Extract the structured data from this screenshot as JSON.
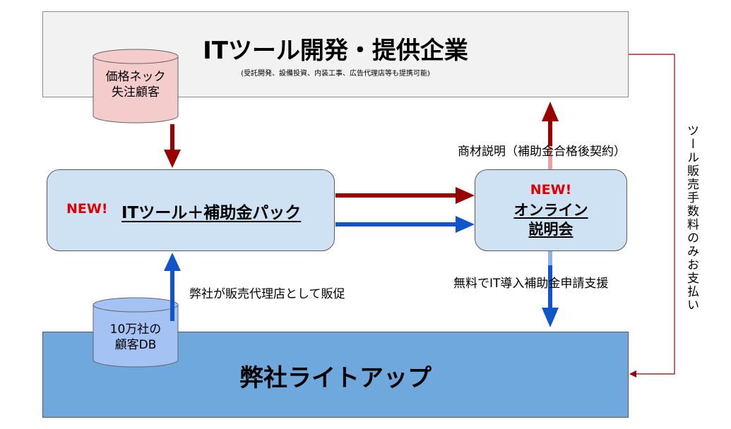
{
  "top": {
    "title": "ITツール開発・提供企業",
    "subtitle": "(受託開発、設備投資、内装工事、広告代理店等も提携可能)"
  },
  "cylinders": {
    "top_label": [
      "価格ネック",
      "失注顧客"
    ],
    "bottom_label": [
      "10万社の",
      "顧客DB"
    ]
  },
  "pack": {
    "new_badge": "NEW!",
    "title": "ITツール＋補助金パック"
  },
  "online": {
    "new_badge": "NEW!",
    "line1": "オンライン",
    "line2": "説明会"
  },
  "notes": {
    "material": "商材説明（補助金合格後契約）",
    "agency": "弊社が販売代理店として販促",
    "free_support": "無料でIT導入補助金申請支援",
    "vertical": "ツール販売手数料のみお支払い"
  },
  "bottom": {
    "title": "弊社ライトアップ"
  },
  "colors": {
    "dark_red": "#990000",
    "blue": "#1155cc",
    "cyl_pink": "#f4cccc",
    "cyl_blue": "#a4c2f4",
    "new_red": "#e00000"
  }
}
